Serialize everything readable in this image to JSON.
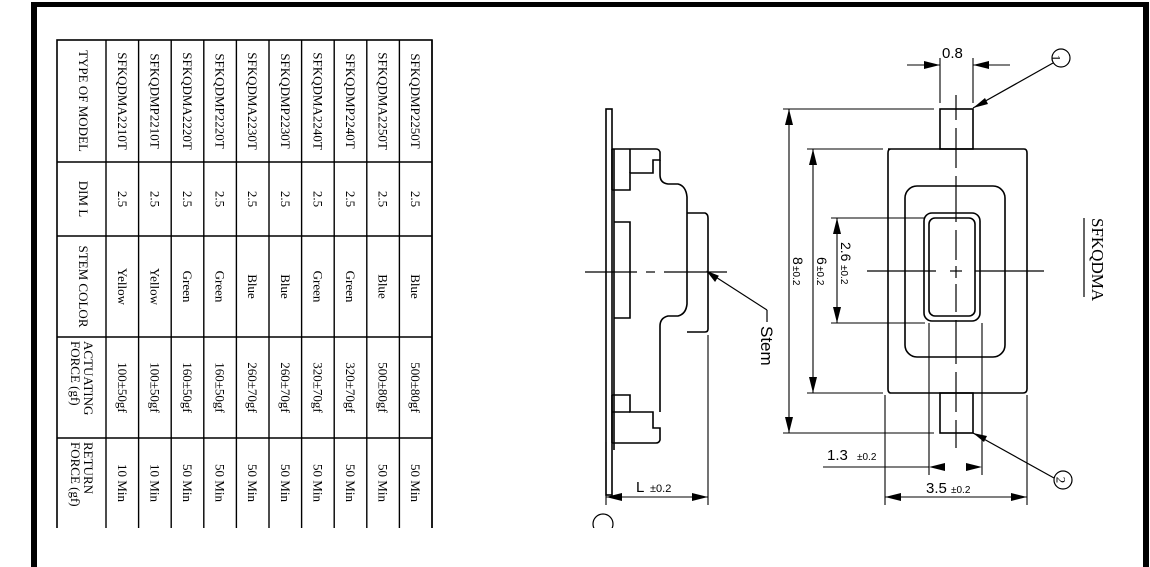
{
  "document": {
    "title": "SFKQDMA",
    "table": {
      "headers": {
        "model": "TYPE OF MODEL",
        "dim_l": "DIM L",
        "stem_color": "STEM COLOR",
        "actuating_force_line1": "ACTUATING",
        "actuating_force_line2": "FORCE (gf)",
        "return_force_line1": "RETURN",
        "return_force_line2": "FORCE (gf)"
      },
      "rows": [
        {
          "model": "SFKQDMA2210T",
          "dim_l": "2.5",
          "stem_color": "Yellow",
          "actuating_force": "100±50gf",
          "return_force": "10 Min"
        },
        {
          "model": "SFKQDMP2210T",
          "dim_l": "2.5",
          "stem_color": "Yellow",
          "actuating_force": "100±50gf",
          "return_force": "10 Min"
        },
        {
          "model": "SFKQDMA2220T",
          "dim_l": "2.5",
          "stem_color": "Green",
          "actuating_force": "160±50gf",
          "return_force": "50 Min"
        },
        {
          "model": "SFKQDMP2220T",
          "dim_l": "2.5",
          "stem_color": "Green",
          "actuating_force": "160±50gf",
          "return_force": "50 Min"
        },
        {
          "model": "SFKQDMA2230T",
          "dim_l": "2.5",
          "stem_color": "Blue",
          "actuating_force": "260±70gf",
          "return_force": "50 Min"
        },
        {
          "model": "SFKQDMP2230T",
          "dim_l": "2.5",
          "stem_color": "Blue",
          "actuating_force": "260±70gf",
          "return_force": "50 Min"
        },
        {
          "model": "SFKQDMA2240T",
          "dim_l": "2.5",
          "stem_color": "Green",
          "actuating_force": "320±70gf",
          "return_force": "50 Min"
        },
        {
          "model": "SFKQDMP2240T",
          "dim_l": "2.5",
          "stem_color": "Green",
          "actuating_force": "320±70gf",
          "return_force": "50 Min"
        },
        {
          "model": "SFKQDMA2250T",
          "dim_l": "2.5",
          "stem_color": "Blue",
          "actuating_force": "500±80gf",
          "return_force": "50 Min"
        },
        {
          "model": "SFKQDMP2250T",
          "dim_l": "2.5",
          "stem_color": "Blue",
          "actuating_force": "500±80gf",
          "return_force": "50 Min"
        }
      ]
    },
    "side_view": {
      "stem_label": "Stem",
      "dim_l_label": "L",
      "dim_l_tol": "±0.2"
    },
    "top_view": {
      "dim_pin_width": "0.8",
      "dim_total_length": "8",
      "dim_total_length_tol": "±0.2",
      "dim_body_length": "6",
      "dim_body_length_tol": "±0.2",
      "dim_button_length": "2.6",
      "dim_button_length_tol": "±0.2",
      "dim_button_width": "1.3",
      "dim_button_width_tol": "±0.2",
      "dim_body_width": "3.5",
      "dim_body_width_tol": "±0.2",
      "pin1_marker": "1",
      "pin2_marker": "2"
    }
  }
}
